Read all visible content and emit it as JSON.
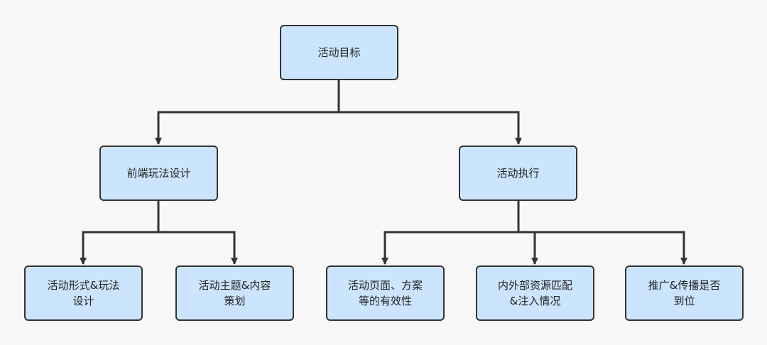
{
  "diagram": {
    "root": {
      "label": "活动目标"
    },
    "branches": [
      {
        "label": "前端玩法设计",
        "children": [
          {
            "label": "活动形式&玩法\n设计"
          },
          {
            "label": "活动主题&内容\n策划"
          }
        ]
      },
      {
        "label": "活动执行",
        "children": [
          {
            "label": "活动页面、方案\n等的有效性"
          },
          {
            "label": "内外部资源匹配\n&注入情况"
          },
          {
            "label": "推广&传播是否\n到位"
          }
        ]
      }
    ]
  },
  "colors": {
    "background": "#f8f8f8",
    "node_fill": "#cce5ff",
    "node_border": "#333333",
    "edge": "#333333",
    "text": "#222222"
  }
}
